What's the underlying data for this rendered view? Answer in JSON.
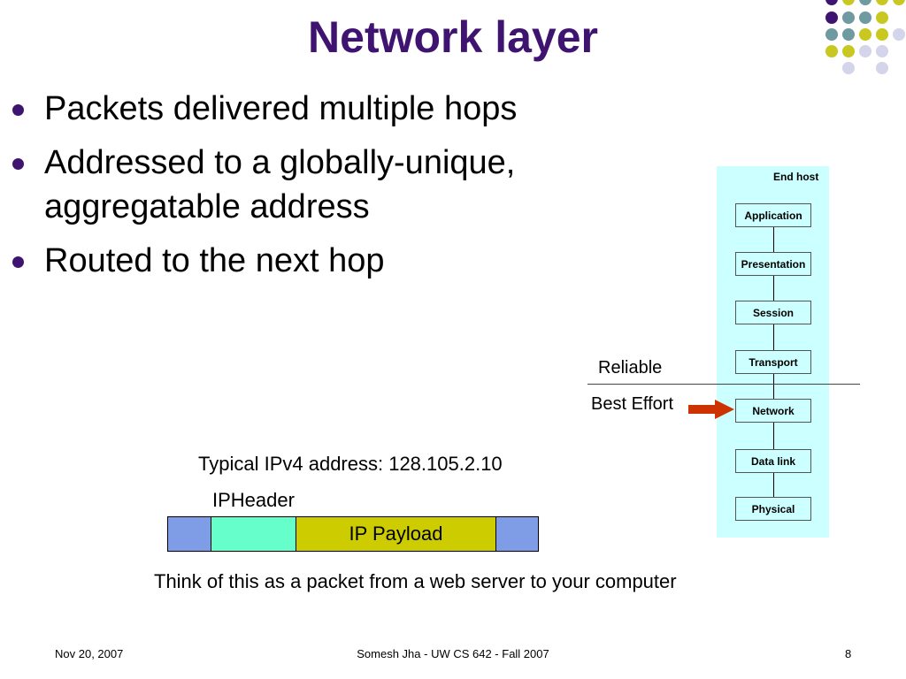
{
  "slide": {
    "title": "Network layer",
    "bullets": [
      "Packets delivered multiple hops",
      "Addressed to a globally-unique, aggregatable address",
      "Routed to the next hop"
    ]
  },
  "osi_diagram": {
    "heading": "End host",
    "layers": [
      "Application",
      "Presentation",
      "Session",
      "Transport",
      "Network",
      "Data link",
      "Physical"
    ],
    "upper_label": "Reliable",
    "lower_label": "Best Effort",
    "arrow_color": "#cc3300",
    "panel_color": "#ccffff"
  },
  "ip_packet": {
    "address_caption": "Typical IPv4 address: 128.105.2.10",
    "header_label": "IPHeader",
    "payload_label": "IP Payload",
    "colors": {
      "edge": "#7f9ce6",
      "header": "#66ffcc",
      "payload": "#cccc00"
    },
    "note": "Think of this as a packet from a web server to your computer"
  },
  "footer": {
    "date": "Nov 20, 2007",
    "course": "Somesh Jha - UW CS 642 - Fall 2007",
    "page": "8"
  },
  "theme": {
    "title_color": "#3f1470",
    "bullet_color": "#3f1470",
    "dot_colors": {
      "purple": "#3f1470",
      "teal": "#6e9aa0",
      "lime": "#c8c820",
      "lavender": "#d4d4ea"
    }
  }
}
